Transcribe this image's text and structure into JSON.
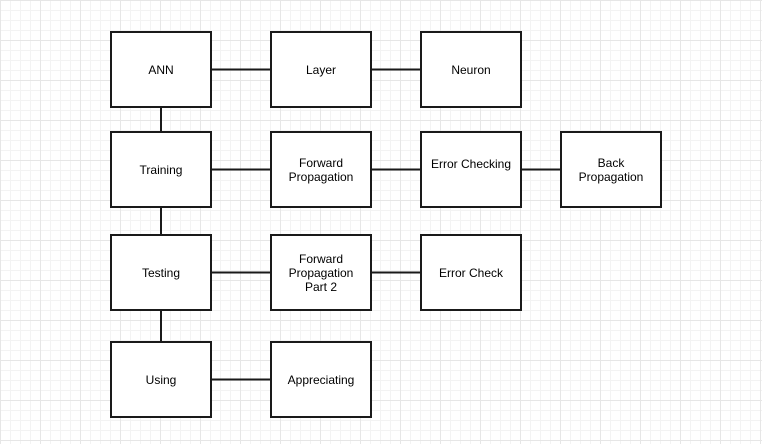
{
  "nodes": {
    "ann": "ANN",
    "layer": "Layer",
    "neuron": "Neuron",
    "training": "Training",
    "forward_propagation": "Forward\nPropagation",
    "error_checking": "Error Checking",
    "back_propagation": "Back\nPropagation",
    "testing": "Testing",
    "forward_propagation_part2": "Forward\nPropagation\nPart 2",
    "error_check": "Error Check",
    "using": "Using",
    "appreciating": "Appreciating"
  },
  "edges": [
    [
      "ann",
      "layer"
    ],
    [
      "layer",
      "neuron"
    ],
    [
      "ann",
      "training"
    ],
    [
      "training",
      "forward_propagation"
    ],
    [
      "forward_propagation",
      "error_checking"
    ],
    [
      "error_checking",
      "back_propagation"
    ],
    [
      "training",
      "testing"
    ],
    [
      "testing",
      "forward_propagation_part2"
    ],
    [
      "forward_propagation_part2",
      "error_check"
    ],
    [
      "testing",
      "using"
    ],
    [
      "using",
      "appreciating"
    ]
  ],
  "colors": {
    "stroke": "#1a1a1a",
    "node_fill": "#ffffff",
    "grid": "#e6e6e6"
  }
}
